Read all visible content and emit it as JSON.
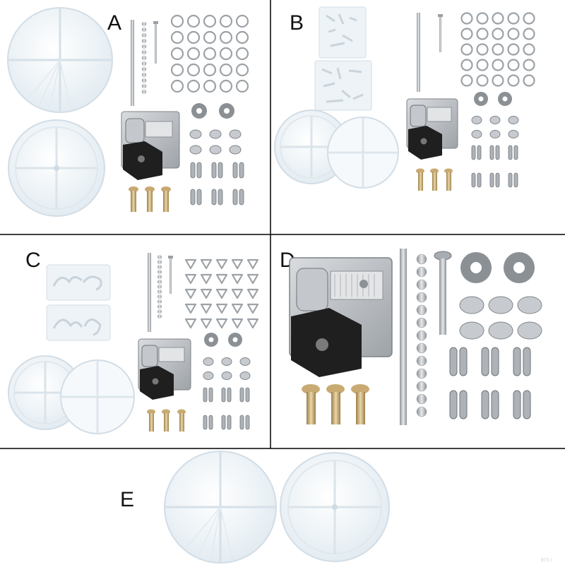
{
  "panels": [
    {
      "id": "A",
      "label": "A",
      "contents": [
        "lid-mold",
        "base-mold",
        "rod",
        "ball-chain",
        "screw",
        "jump-ring-grid",
        "music-movement",
        "washers",
        "cup-caps",
        "bead-clasps",
        "bolts"
      ]
    },
    {
      "id": "B",
      "label": "B",
      "contents": [
        "tool-pendant-mold",
        "tool-pendant-mold-2",
        "base-mold",
        "lid-mold",
        "rod",
        "screw",
        "jump-ring-grid",
        "music-movement",
        "washers",
        "cup-caps",
        "bead-clasps",
        "bolts"
      ]
    },
    {
      "id": "C",
      "label": "C",
      "contents": [
        "dinosaur-mold",
        "dinosaur-mold-2",
        "base-mold",
        "lid-mold",
        "rod",
        "ball-chain",
        "screw",
        "triangle-bail-grid",
        "music-movement",
        "washers",
        "cup-caps",
        "bead-clasps",
        "bolts"
      ]
    },
    {
      "id": "D",
      "label": "D",
      "contents": [
        "music-movement",
        "rod",
        "ball-chain",
        "screw",
        "washers",
        "cup-caps",
        "bead-clasps",
        "bolts"
      ]
    },
    {
      "id": "E",
      "label": "E",
      "contents": [
        "lid-mold",
        "base-mold"
      ]
    }
  ],
  "colors": {
    "background": "#ffffff",
    "divider": "#000000",
    "silicone": "#eef4f8",
    "silicone_edge": "#d2dde6",
    "metal": "#b4b8bc",
    "metal_dark": "#6f757b",
    "brass": "#c8aa72",
    "movement_black": "#1f1f1f"
  },
  "watermark": "873 I"
}
